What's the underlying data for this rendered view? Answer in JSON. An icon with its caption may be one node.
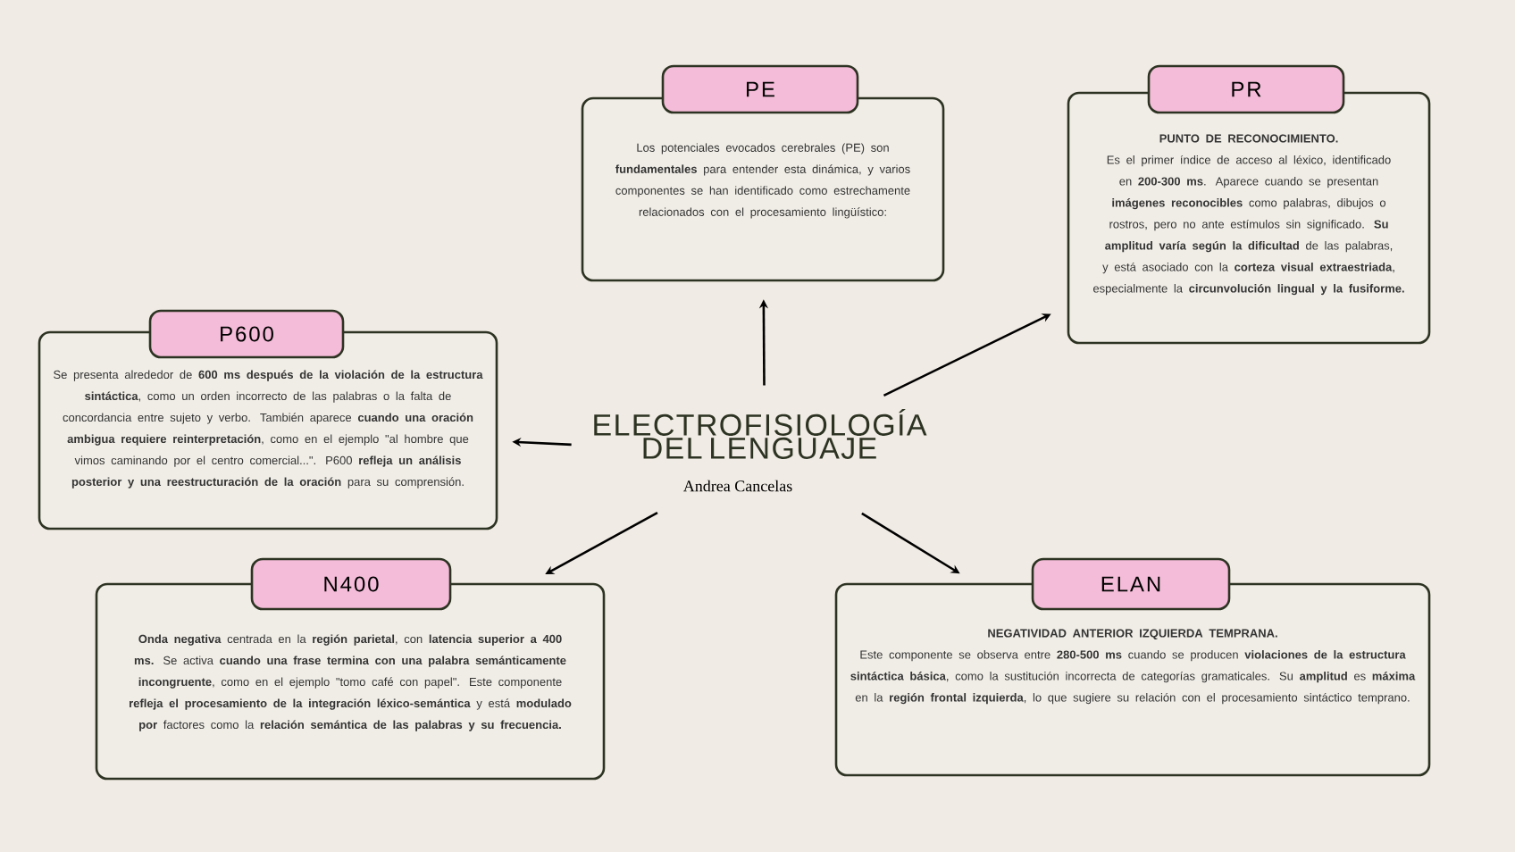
{
  "diagram": {
    "nodes": [
      {
        "text": [
          "ELECTROFISIOLOGÍA DEL LENGUAJE",
          "Andrea Cancelas"
        ]
      },
      {
        "text": [
          "PE",
          "Los potenciales evocados cerebrales (PE) son **fundamentales** para entender esta dinámica, y varios componentes se han identificado como estrechamente relacionados con el procesamiento lingüístico:"
        ]
      },
      {
        "text": [
          "PR",
          "PUNTO DE RECONOCIMIENTO.",
          "Es el primer índice de acceso al léxico, identificado en **200-300 ms**. Aparece cuando se presentan **imágenes reconocibles** como palabras, dibujos o rostros, pero no ante estímulos sin significado. **Su amplitud varía según la dificultad** de las palabras, y está asociado con la **corteza visual extraestriada**, especialmente la **circunvolución lingual y la fusiforme.**"
        ]
      },
      {
        "text": [
          "P600",
          "Se presenta alrededor de **600 ms después de la violación de la estructura sintáctica**, como un orden incorrecto de las palabras o la falta de concordancia entre sujeto y verbo. También aparece **cuando una oración ambigua requiere reinterpretación**, como en el ejemplo \"al hombre que vimos caminando por el centro comercial...\". P600 **refleja un análisis posterior y una reestructuración de la oración** para su comprensión."
        ]
      },
      {
        "text": [
          "N400",
          "**Onda negativa** centrada en la **región parietal**, con **latencia superior a 400 ms.** Se activa **cuando una frase termina con una palabra semánticamente incongruente**, como en el ejemplo \"tomo café con papel\". Este componente **refleja el procesamiento de la integración léxico-semántica** y está **modulado por** factores como la **relación semántica de las palabras y su frecuencia.**"
        ]
      },
      {
        "text": [
          "ELAN",
          "NEGATIVIDAD ANTERIOR IZQUIERDA TEMPRANA.",
          "Este componente se observa entre **280-500 ms** cuando se producen **violaciones de la estructura sintáctica básica**, como la sustitución incorrecta de categorías gramaticales. Su **amplitud** es **máxima** en la **región frontal izquierda**, lo que sugiere su relación con el procesamiento sintáctico temprano."
        ]
      }
    ],
    "edges": [
      {
        "from": 0,
        "to": 1,
        "arrow": "to"
      },
      {
        "from": 0,
        "to": 2,
        "arrow": "to"
      },
      {
        "from": 0,
        "to": 3,
        "arrow": "to"
      },
      {
        "from": 0,
        "to": 4,
        "arrow": "to"
      },
      {
        "from": 0,
        "to": 5,
        "arrow": "to"
      }
    ]
  }
}
